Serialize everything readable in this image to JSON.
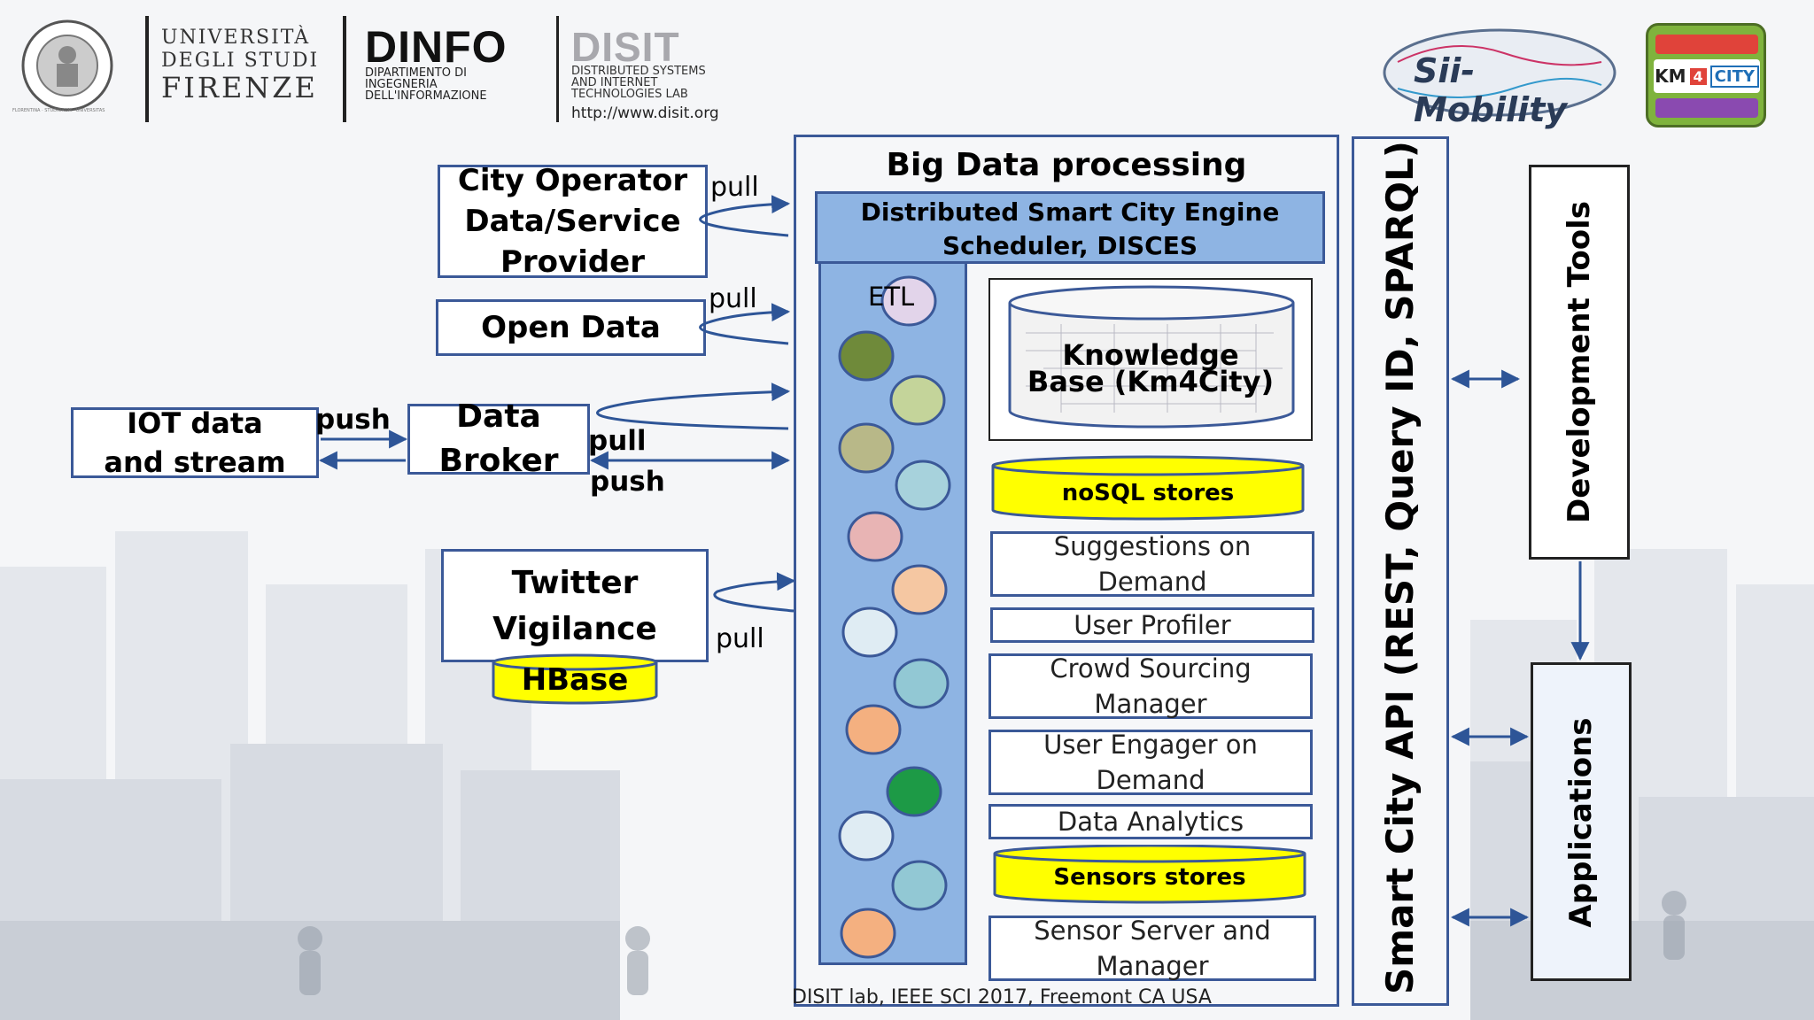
{
  "header": {
    "unifi_line1": "UNIVERSITÀ",
    "unifi_line2": "DEGLI STUDI",
    "unifi_line3": "FIRENZE",
    "seal_text": "FLORENTINA · STUDIORUM · UNIVERSITAS",
    "dinfo_title": "DINFO",
    "dinfo_sub1": "DIPARTIMENTO DI",
    "dinfo_sub2": "INGEGNERIA",
    "dinfo_sub3": "DELL'INFORMAZIONE",
    "disit_title": "DISIT",
    "disit_sub1": "DISTRIBUTED SYSTEMS",
    "disit_sub2": "AND INTERNET",
    "disit_sub3": "TECHNOLOGIES LAB",
    "disit_url": "http://www.disit.org",
    "siimobility_logo": "Sii-Mobility",
    "km4city_km": "KM",
    "km4city_4": "4",
    "km4city_city": "CITY"
  },
  "sources": {
    "city_operator": "City Operator\nData/Service\nProvider",
    "open_data": "Open Data",
    "iot": "IOT data\nand stream",
    "data_broker": "Data\nBroker",
    "twitter": "Twitter\nVigilance",
    "hbase": "HBase"
  },
  "arrow_labels": {
    "pull_city": "pull",
    "pull_open": "pull",
    "push_iot": "push",
    "pull_broker": "pull",
    "push_broker": "push",
    "pull_twitter": "pull"
  },
  "processing": {
    "title": "Big Data processing",
    "engine_line1": "Distributed Smart City Engine",
    "engine_line2": "Scheduler, DISCES",
    "etl": "ETL",
    "kb": "Knowledge\nBase (Km4City)",
    "nosql": "noSQL stores",
    "sensors_stores": "Sensors stores",
    "modules": [
      "Suggestions on\nDemand",
      "User Profiler",
      "Crowd Sourcing\nManager",
      "User Engager on\nDemand",
      "Data Analytics",
      "Sensor Server and\nManager"
    ]
  },
  "api": "Smart City API (REST, Query ID, SPARQL)",
  "dev_tools": "Development Tools",
  "applications": "Applications",
  "footer": "DISIT lab, IEEE SCI 2017, Freemont CA USA",
  "etl_bubble_colors": [
    "#e2d4ea",
    "#6f8a3a",
    "#c4d49a",
    "#b8b888",
    "#a7d2dc",
    "#e8b4b4",
    "#f5c7a2",
    "#dfecf3",
    "#92c8d4",
    "#f4b080",
    "#1d9a46",
    "#dfecf3",
    "#92c8d4",
    "#f4b080"
  ],
  "colors": {
    "border_blue": "#3b5998",
    "panel_fill": "#8eb4e3",
    "store_yellow": "#ffff00",
    "arrow_blue": "#2e5597"
  }
}
